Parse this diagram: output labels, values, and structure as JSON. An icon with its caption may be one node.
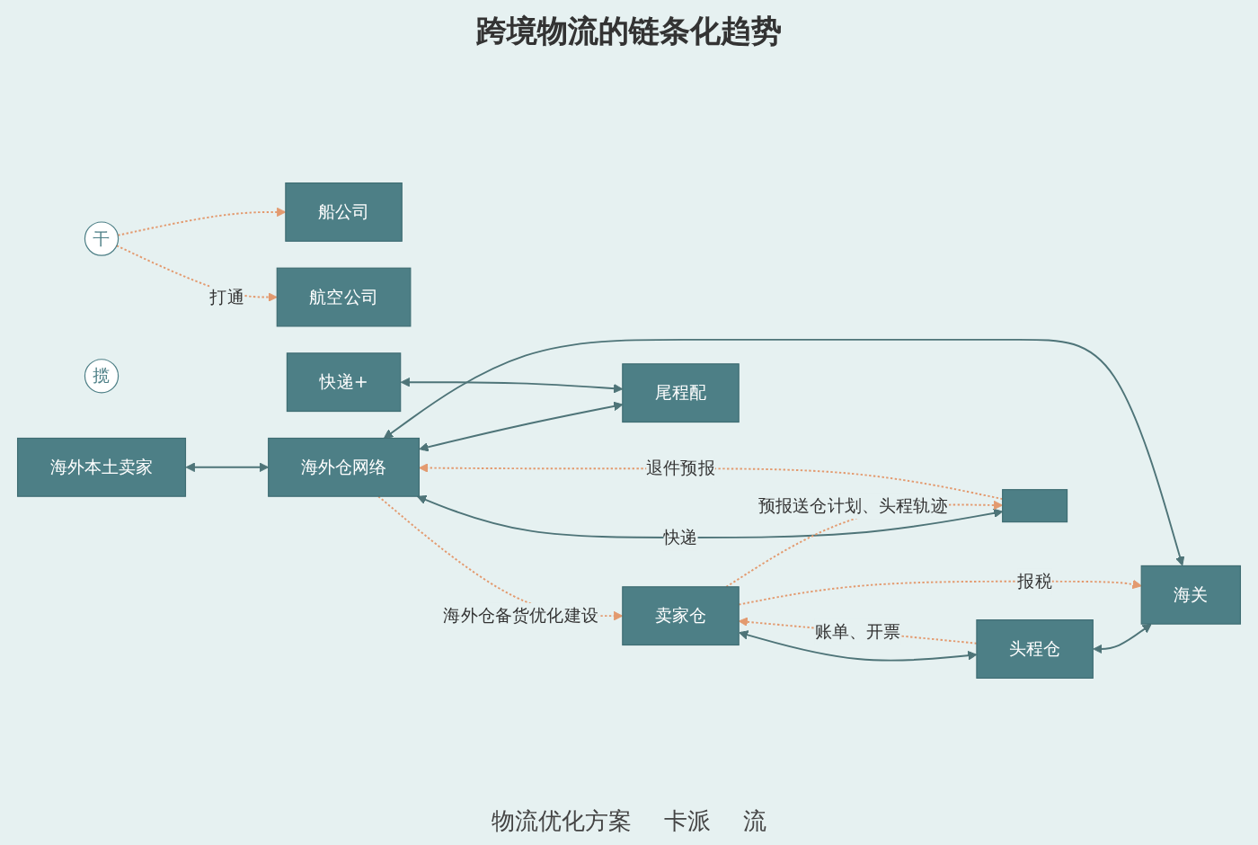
{
  "diagram": {
    "title": "跨境物流的链条化趋势",
    "nodes": [
      {
        "text": [
          "船公司"
        ]
      },
      {
        "text": [
          "航空公司"
        ]
      },
      {
        "text": [
          "海外本土卖家"
        ]
      },
      {
        "text": [
          "快递+"
        ]
      },
      {
        "text": [
          "揽"
        ]
      },
      {
        "text": [
          "干"
        ]
      },
      {
        "text": [
          "卖家仓"
        ]
      },
      {
        "text": [
          "头程仓"
        ]
      },
      {
        "text": [
          "海关"
        ]
      },
      {
        "text": [
          "海外仓网络"
        ]
      },
      {
        "text": [
          "尾程配"
        ]
      },
      {
        "text": [],
        "shape": "box"
      }
    ],
    "edges": [
      {
        "from": 6,
        "to": 7,
        "arrow": "both"
      },
      {
        "from": 7,
        "to": 8,
        "arrow": "both"
      },
      {
        "from": 8,
        "to": 9,
        "arrow": "both"
      },
      {
        "from": 9,
        "to": 10,
        "arrow": "both"
      },
      {
        "from": 2,
        "to": 9,
        "arrow": "both"
      },
      {
        "from": 3,
        "to": 10,
        "arrow": "both"
      },
      {
        "from": 9,
        "to": 11,
        "arrow": "both",
        "label": "快递"
      },
      {
        "from": 9,
        "to": 6,
        "arrow": "to",
        "label": "海外仓备货优化建设",
        "style": "dashed",
        "color": "#e39a6f"
      },
      {
        "from": 7,
        "to": 6,
        "arrow": "to",
        "label": "账单、开票",
        "style": "dashed",
        "color": "#e39a6f"
      },
      {
        "from": 5,
        "to": 0,
        "arrow": "to",
        "style": "dashed",
        "color": "#e39a6f"
      },
      {
        "from": 5,
        "to": 1,
        "arrow": "to",
        "label": "打通",
        "style": "dashed",
        "color": "#e39a6f"
      },
      {
        "from": 6,
        "to": 8,
        "arrow": "to",
        "label": "报税",
        "style": "dashed",
        "color": "#e39a6f"
      },
      {
        "from": 6,
        "to": 11,
        "arrow": "to",
        "label": "预报送仓计划、头程轨迹",
        "style": "dashed",
        "color": "#e39a6f"
      },
      {
        "from": 11,
        "to": 9,
        "arrow": "to",
        "label": "退件预报",
        "style": "dashed",
        "color": "#e39a6f"
      }
    ],
    "labels": [
      "物流优化方案",
      "卡派",
      "流"
    ]
  }
}
